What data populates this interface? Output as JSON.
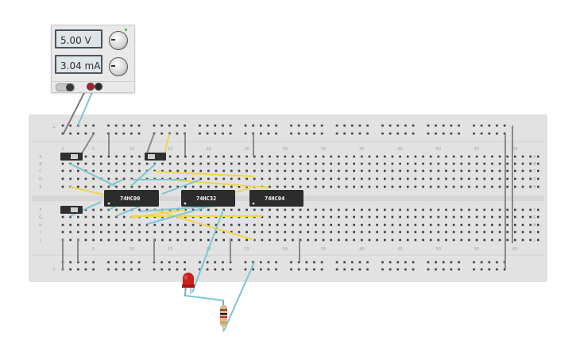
{
  "power_supply": {
    "voltage_display": "5.00 V",
    "current_display": "3.04 mA"
  },
  "breadboard": {
    "column_numbers": [
      "1",
      "5",
      "10",
      "15",
      "20",
      "25",
      "30",
      "35",
      "40",
      "45",
      "50",
      "55",
      "60"
    ],
    "row_letters_top": [
      "A",
      "B",
      "C",
      "D",
      "E"
    ],
    "row_letters_bottom": [
      "F",
      "G",
      "H",
      "I",
      "J"
    ],
    "rail_plus": "+",
    "rail_minus": "-"
  },
  "chips": [
    {
      "label": "74HC00"
    },
    {
      "label": "74HC32"
    },
    {
      "label": "74HC04"
    }
  ],
  "colors": {
    "board": "#e2e2e2",
    "hole": "#3a3a3a",
    "chip": "#2c2c2c",
    "wire_blue": "#7cc6d1",
    "wire_yellow": "#f0d64a",
    "wire_gray": "#8a8a8a",
    "led": "#cc1f1f"
  }
}
